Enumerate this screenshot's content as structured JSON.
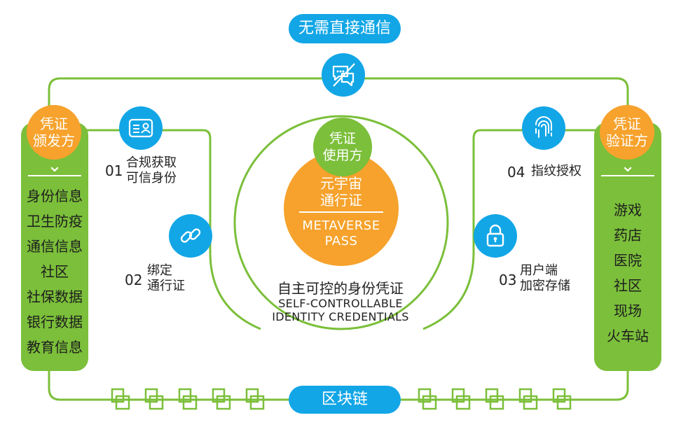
{
  "top_label": "无需直接通信",
  "bottom_label": "区块链",
  "issuer": {
    "title_line1": "凭证",
    "title_line2": "颁发方",
    "items": [
      "身份信息",
      "卫生防疫",
      "通信信息",
      "社区",
      "社保数据",
      "银行数据",
      "教育信息"
    ]
  },
  "verifier": {
    "title_line1": "凭证",
    "title_line2": "验证方",
    "items": [
      "游戏",
      "药店",
      "医院",
      "社区",
      "现场",
      "火车站"
    ]
  },
  "holder": {
    "line1": "凭证",
    "line2": "使用方"
  },
  "pass": {
    "cn_line1": "元宇宙",
    "cn_line2": "通行证",
    "en_line1": "METAVERSE",
    "en_line2": "PASS"
  },
  "center_caption": {
    "cn": "自主可控的身份凭证",
    "en_line1": "SELF-CONTROLLABLE",
    "en_line2": "IDENTITY CREDENTIALS"
  },
  "steps": [
    {
      "num": "01",
      "line1": "合规获取",
      "line2": "可信身份",
      "icon": "id-card-icon"
    },
    {
      "num": "02",
      "line1": "绑定",
      "line2": "通行证",
      "icon": "link-icon"
    },
    {
      "num": "03",
      "line1": "用户端",
      "line2": "加密存储",
      "icon": "lock-icon"
    },
    {
      "num": "04",
      "line1": "指纹授权",
      "line2": "",
      "icon": "fingerprint-icon"
    }
  ],
  "colors": {
    "green": "#7bbf3a",
    "orange": "#f6a22c",
    "blue": "#12a6e6"
  }
}
